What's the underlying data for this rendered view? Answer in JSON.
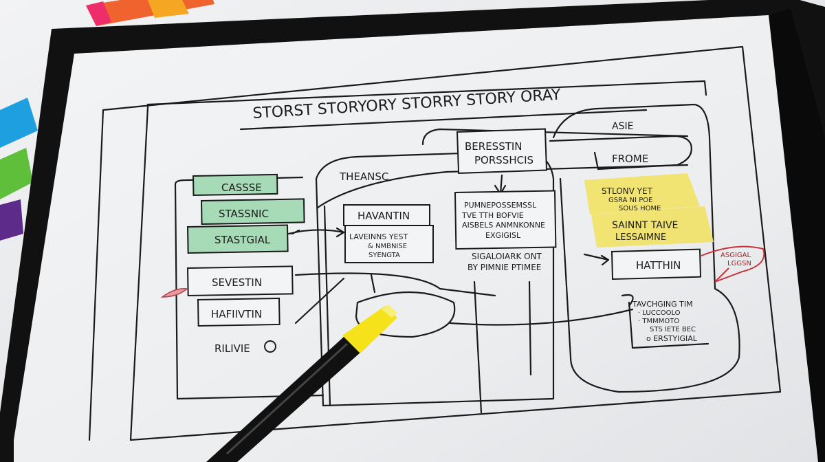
{
  "board": {
    "title": "STORST STORYORY STORRY STORY ORAY",
    "left_panel": {
      "green_notes": [
        "CASSSE",
        "STASSNIC",
        "STASTGIAL"
      ],
      "boxes": [
        "SEVESTIN",
        "HAFIIVTIN"
      ],
      "footer": "RILIVIE"
    },
    "middle_panel": {
      "heading": "THEANSC",
      "box_title": "HAVANTIN",
      "box_text": [
        "LAVEINNS YEST",
        "& NMBNISE",
        "SYENGTA"
      ],
      "top_box": [
        "BERESSTIN",
        "PORSSHCIS"
      ],
      "center_box": [
        "PUMNEPOSSEMSSL",
        "TVE TTH BOFVIE",
        "AISBELS ANMNKONNE",
        "EXGIGISL"
      ],
      "caption": [
        "SIGALOIARK ONT",
        "BY PIMNIE PTIMEE"
      ]
    },
    "right_panel": {
      "heading": "ASIE",
      "pill": "FROME",
      "yellow_notes": [
        [
          "STLONV YET",
          "GSRA NI POE",
          "SOUS HOME"
        ],
        [
          "SAINNT TAIVE",
          "LESSAIMNE"
        ]
      ],
      "box": "HATTHIN",
      "red_note": [
        "ASGIGAL",
        "LGGSN"
      ],
      "bubble": [
        "TAVCHGING TIM",
        "· LUCCOOLO",
        "· TMMMOTO",
        "STS IETE BEC",
        "o ERSTYIGIAL"
      ]
    }
  },
  "colors": {
    "green_note": "#9fd6b0",
    "yellow_note": "#f2e46a",
    "red_ink": "#c8323a",
    "frame": "#111111",
    "marker_cap": "#f5e21a"
  }
}
